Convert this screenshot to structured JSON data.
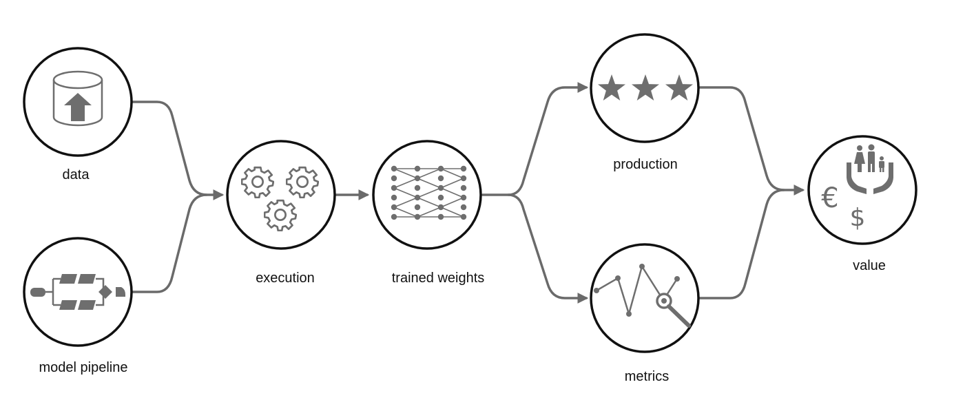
{
  "nodes": {
    "data": {
      "label": "data",
      "icon": "database-upload-icon"
    },
    "model_pipeline": {
      "label": "model pipeline",
      "icon": "pipeline-flow-icon"
    },
    "execution": {
      "label": "execution",
      "icon": "gears-icon"
    },
    "trained_weights": {
      "label": "trained weights",
      "icon": "neural-network-icon"
    },
    "production": {
      "label": "production",
      "icon": "three-stars-icon"
    },
    "metrics": {
      "label": "metrics",
      "icon": "line-chart-magnifier-icon"
    },
    "value": {
      "label": "value",
      "icon": "family-hands-currency-icon",
      "currency_symbols": [
        "€",
        "$"
      ]
    }
  },
  "edges": [
    {
      "from": "data",
      "to": "execution"
    },
    {
      "from": "model_pipeline",
      "to": "execution"
    },
    {
      "from": "execution",
      "to": "trained_weights"
    },
    {
      "from": "trained_weights",
      "to": "production"
    },
    {
      "from": "trained_weights",
      "to": "metrics"
    },
    {
      "from": "production",
      "to": "value"
    },
    {
      "from": "metrics",
      "to": "value"
    }
  ],
  "colors": {
    "edge": "#6a6a6a",
    "node_border": "#111111",
    "icon": "#6e6e6e"
  }
}
